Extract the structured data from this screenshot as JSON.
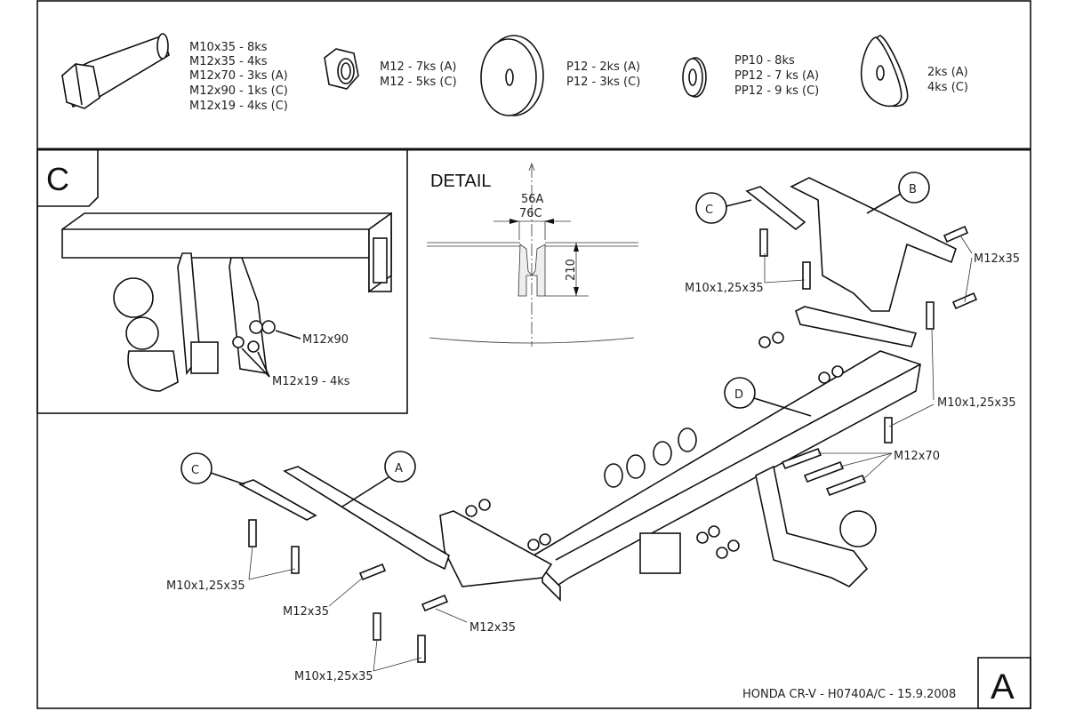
{
  "hardware_legend": {
    "bolts": [
      "M10x35 - 8ks",
      "M12x35 - 4ks",
      "M12x70 - 3ks (A)",
      "M12x90 - 1ks (C)",
      "M12x19 - 4ks (C)"
    ],
    "nuts": [
      "M12 - 7ks (A)",
      "M12 - 5ks (C)"
    ],
    "large_washers": [
      "P12 - 2ks (A)",
      "P12 - 3ks (C)"
    ],
    "small_washers": [
      "PP10 - 8ks",
      "PP12 - 7 ks (A)",
      "PP12 - 9 ks (C)"
    ],
    "spacers": [
      "2ks (A)",
      "4ks (C)"
    ]
  },
  "variant_c_panel": {
    "marker": "C",
    "labels": [
      "M12x90",
      "M12x19 - 4ks"
    ]
  },
  "detail": {
    "title": "DETAIL",
    "width_a": "56A",
    "width_c": "76C",
    "height": "210"
  },
  "main_drawing": {
    "callouts": [
      "C",
      "B",
      "D",
      "C",
      "A"
    ],
    "labels": {
      "top_right_bolt": "M12x35",
      "top_left_bolt": "M10x1,25x35",
      "right_bolt": "M10x1,25x35",
      "ball_bolts": "M12x70",
      "left_bolts": "M10x1,25x35",
      "mid_bolt_1": "M12x35",
      "mid_bolt_2": "M12x35",
      "bottom_bolts": "M10x1,25x35"
    }
  },
  "title_block": {
    "title": "HONDA CR-V - H0740A/C - 15.9.2008",
    "sheet": "A"
  }
}
